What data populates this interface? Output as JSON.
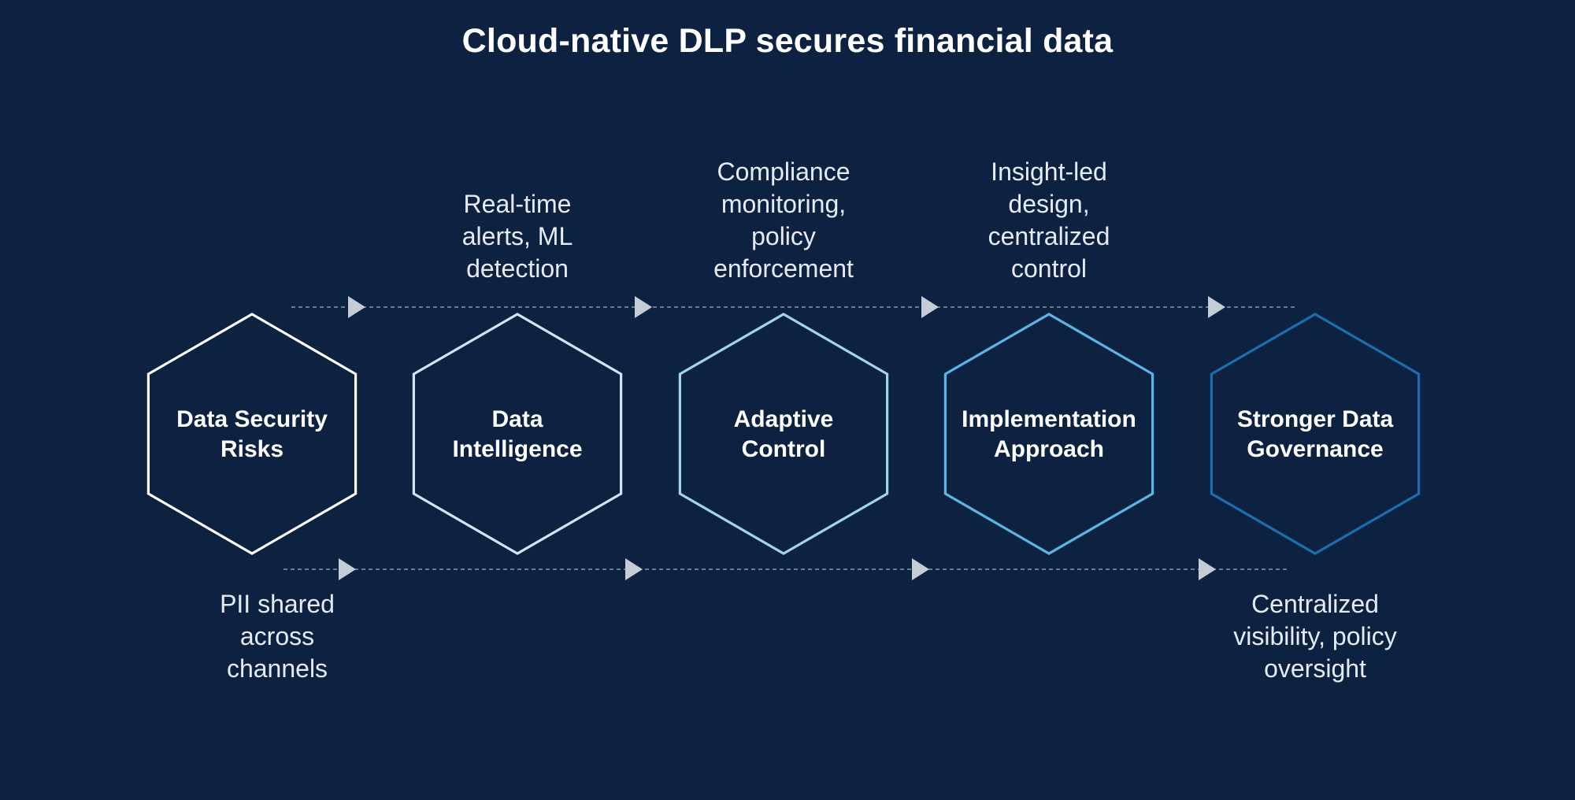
{
  "title": "Cloud-native DLP secures financial data",
  "colors": {
    "background": "#0d2240",
    "connector": "#8a99ab",
    "arrowhead": "#c5ccd4"
  },
  "stages": [
    {
      "label_lines": [
        "Data Security",
        "Risks"
      ],
      "color": "#ffffff",
      "note_position": "bottom",
      "note_lines": [
        "PII shared",
        "across",
        "channels"
      ]
    },
    {
      "label_lines": [
        "Data",
        "Intelligence"
      ],
      "color": "#cfe6f4",
      "note_position": "top",
      "note_lines": [
        "Real-time",
        "alerts, ML",
        "detection"
      ]
    },
    {
      "label_lines": [
        "Adaptive",
        "Control"
      ],
      "color": "#9fd5ef",
      "note_position": "top",
      "note_lines": [
        "Compliance",
        "monitoring,",
        "policy",
        "enforcement"
      ]
    },
    {
      "label_lines": [
        "Implementation",
        "Approach"
      ],
      "color": "#5ab6e8",
      "note_position": "top",
      "note_lines": [
        "Insight-led",
        "design,",
        "centralized",
        "control"
      ]
    },
    {
      "label_lines": [
        "Stronger Data",
        "Governance"
      ],
      "color": "#1a6fb0",
      "note_position": "bottom",
      "note_lines": [
        "Centralized",
        "visibility, policy",
        "oversight"
      ]
    }
  ]
}
